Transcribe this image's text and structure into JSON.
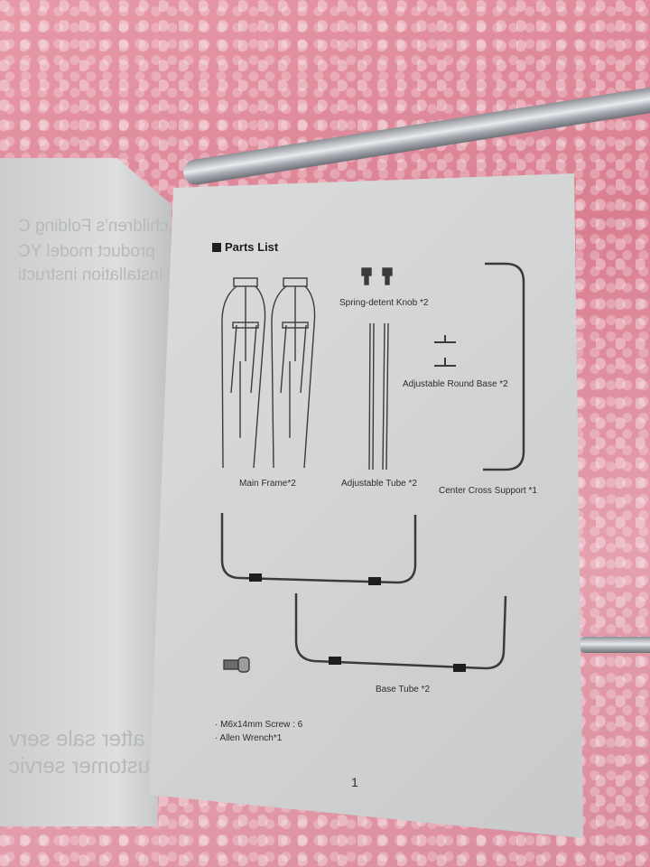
{
  "left_page": {
    "ghost_lines": [
      "children's Folding C",
      "product model YC",
      "installation instructi",
      "after sale serv",
      "customer servic"
    ]
  },
  "right_page": {
    "heading": "Parts List",
    "parts": {
      "main_frame": "Main Frame*2",
      "spring_knob": "Spring-detent Knob *2",
      "adjustable_tube": "Adjustable Tube *2",
      "round_base": "Adjustable Round Base *2",
      "center_support": "Center Cross Support *1",
      "base_tube": "Base Tube *2"
    },
    "accessories": [
      "· M6x14mm Screw  :  6",
      "· Allen Wrench*1"
    ],
    "page_number": "1"
  }
}
